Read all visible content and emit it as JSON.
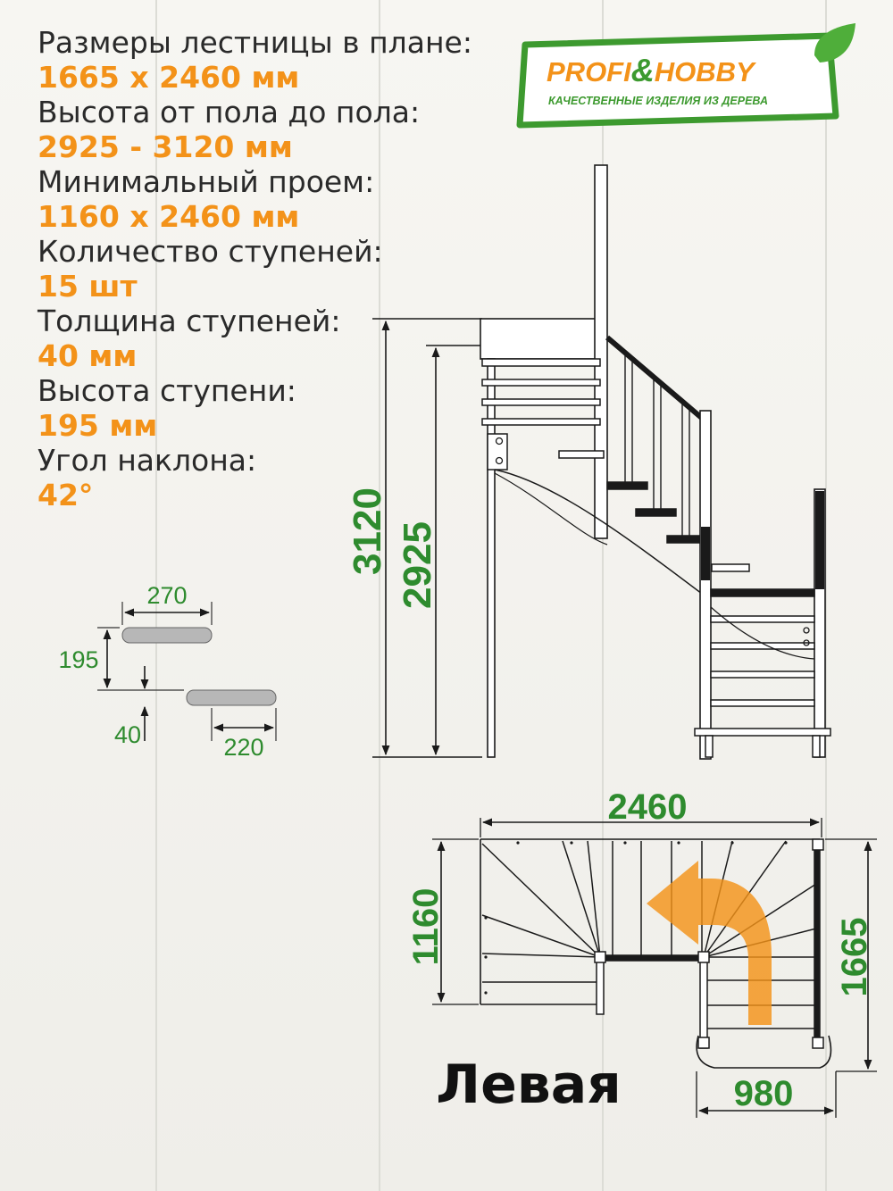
{
  "specs": [
    {
      "label": "Размеры лестницы в плане:",
      "value": "1665 х 2460 мм"
    },
    {
      "label": "Высота от пола до пола:",
      "value": "2925 - 3120 мм"
    },
    {
      "label": "Минимальный проем:",
      "value": "1160 х 2460 мм"
    },
    {
      "label": "Количество ступеней:",
      "value": "15 шт"
    },
    {
      "label": "Толщина ступеней:",
      "value": "40 мм"
    },
    {
      "label": "Высота ступени:",
      "value": "195 мм"
    },
    {
      "label": "Угол наклона:",
      "value": "42°"
    }
  ],
  "logo": {
    "brand_left": "PROFI",
    "brand_amp": "&",
    "brand_right": "HOBBY",
    "tagline": "КАЧЕСТВЕННЫЕ ИЗДЕЛИЯ ИЗ ДЕРЕВА"
  },
  "step_detail": {
    "tread_depth": "270",
    "riser": "195",
    "thickness": "40",
    "going": "220"
  },
  "elevation": {
    "height_total": "3120",
    "height_floor": "2925"
  },
  "plan": {
    "length": "2460",
    "opening_width": "1160",
    "width": "1665",
    "flight_width": "980"
  },
  "variant_label": "Левая",
  "colors": {
    "accent_orange": "#f39219",
    "dimension_green": "#2e8b2e",
    "logo_green": "#3d9a2f"
  }
}
